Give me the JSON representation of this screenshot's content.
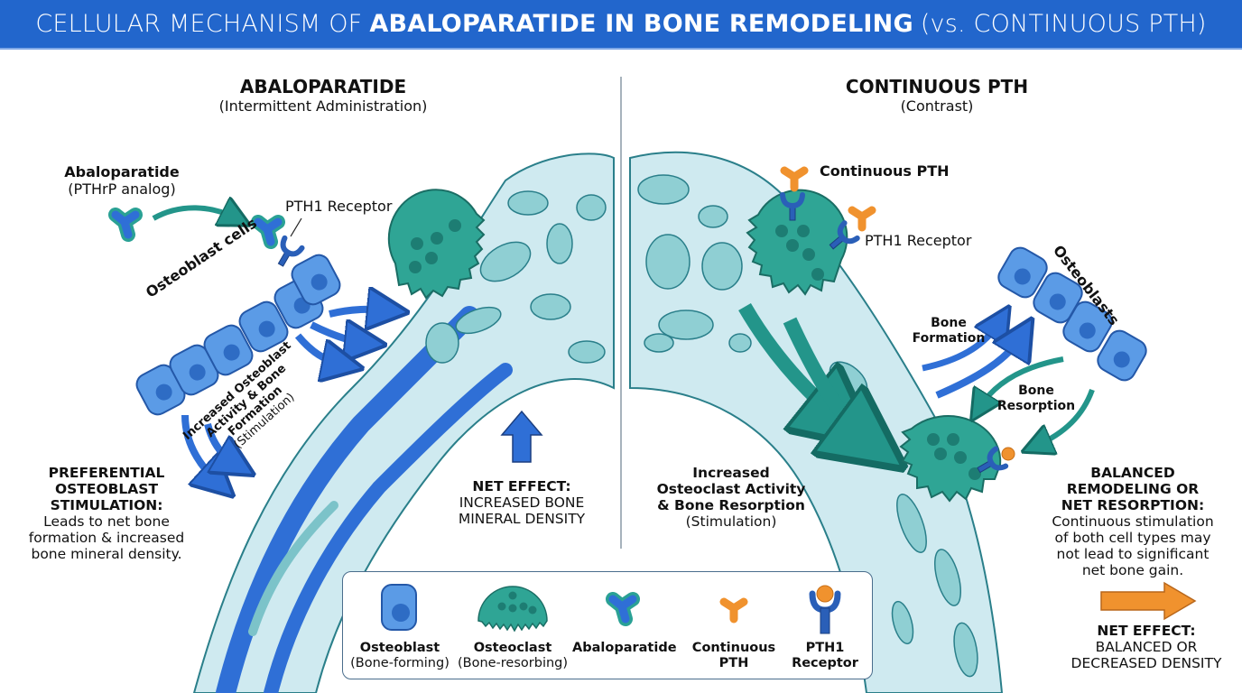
{
  "header": {
    "title_light_prefix": "CELLULAR MECHANISM OF",
    "title_bold": "ABALOPARATIDE IN BONE REMODELING",
    "title_light_suffix": "(vs. CONTINUOUS PTH)"
  },
  "left_panel": {
    "title": "ABALOPARATIDE",
    "subtitle": "(Intermittent Administration)",
    "drug_label": "Abaloparatide",
    "drug_sublabel": "(PTHrP analog)",
    "receptor_label": "PTH1 Receptor",
    "cells_label": "Osteoblast cells",
    "activity_line1": "Increased Osteoblast",
    "activity_line2": "Activity & Bone",
    "activity_line3": "Formation",
    "activity_line4": "(Stimulation)",
    "summary_title_1": "PREFERENTIAL",
    "summary_title_2": "OSTEOBLAST",
    "summary_title_3": "STIMULATION:",
    "summary_text_1": "Leads to net bone",
    "summary_text_2": "formation & increased",
    "summary_text_3": "bone mineral density.",
    "net_effect_title": "NET EFFECT:",
    "net_effect_1": "INCREASED BONE",
    "net_effect_2": "MINERAL DENSITY"
  },
  "right_panel": {
    "title": "CONTINUOUS PTH",
    "subtitle": "(Contrast)",
    "drug_label": "Continuous PTH",
    "receptor_label": "PTH1 Receptor",
    "cells_label": "Osteoblasts",
    "formation_1": "Bone",
    "formation_2": "Formation",
    "resorption_1": "Bone",
    "resorption_2": "Resorption",
    "activity_1": "Increased",
    "activity_2": "Osteoclast Activity",
    "activity_3": "& Bone Resorption",
    "activity_4": "(Stimulation)",
    "summary_title_1": "BALANCED",
    "summary_title_2": "REMODELING OR",
    "summary_title_3": "NET RESORPTION:",
    "summary_text_1": "Continuous stimulation",
    "summary_text_2": "of both cell types may",
    "summary_text_3": "not lead to significant",
    "summary_text_4": "net bone gain.",
    "net_effect_title": "NET EFFECT:",
    "net_effect_1": "BALANCED OR",
    "net_effect_2": "DECREASED DENSITY"
  },
  "legend": {
    "items": [
      {
        "icon": "osteoblast-icon",
        "title": "Osteoblast",
        "sub": "(Bone-forming)"
      },
      {
        "icon": "osteoclast-icon",
        "title": "Osteoclast",
        "sub": "(Bone-resorbing)"
      },
      {
        "icon": "abaloparatide-molecule-icon",
        "title": "Abaloparatide",
        "sub": ""
      },
      {
        "icon": "continuous-pth-molecule-icon",
        "title": "Continuous",
        "sub": "PTH"
      },
      {
        "icon": "pth1-receptor-icon",
        "title": "PTH1",
        "sub": "Receptor"
      }
    ]
  },
  "colors": {
    "header_blue": "#2266cc",
    "osteoblast_blue": "#4a8ee0",
    "osteoclast_teal": "#2fa595",
    "bone_light": "#cfeaf0",
    "pth_orange": "#f0922e",
    "receptor_blue": "#2a5fb8",
    "arrow_blue": "#2f6fd6",
    "arrow_teal": "#23958a"
  }
}
